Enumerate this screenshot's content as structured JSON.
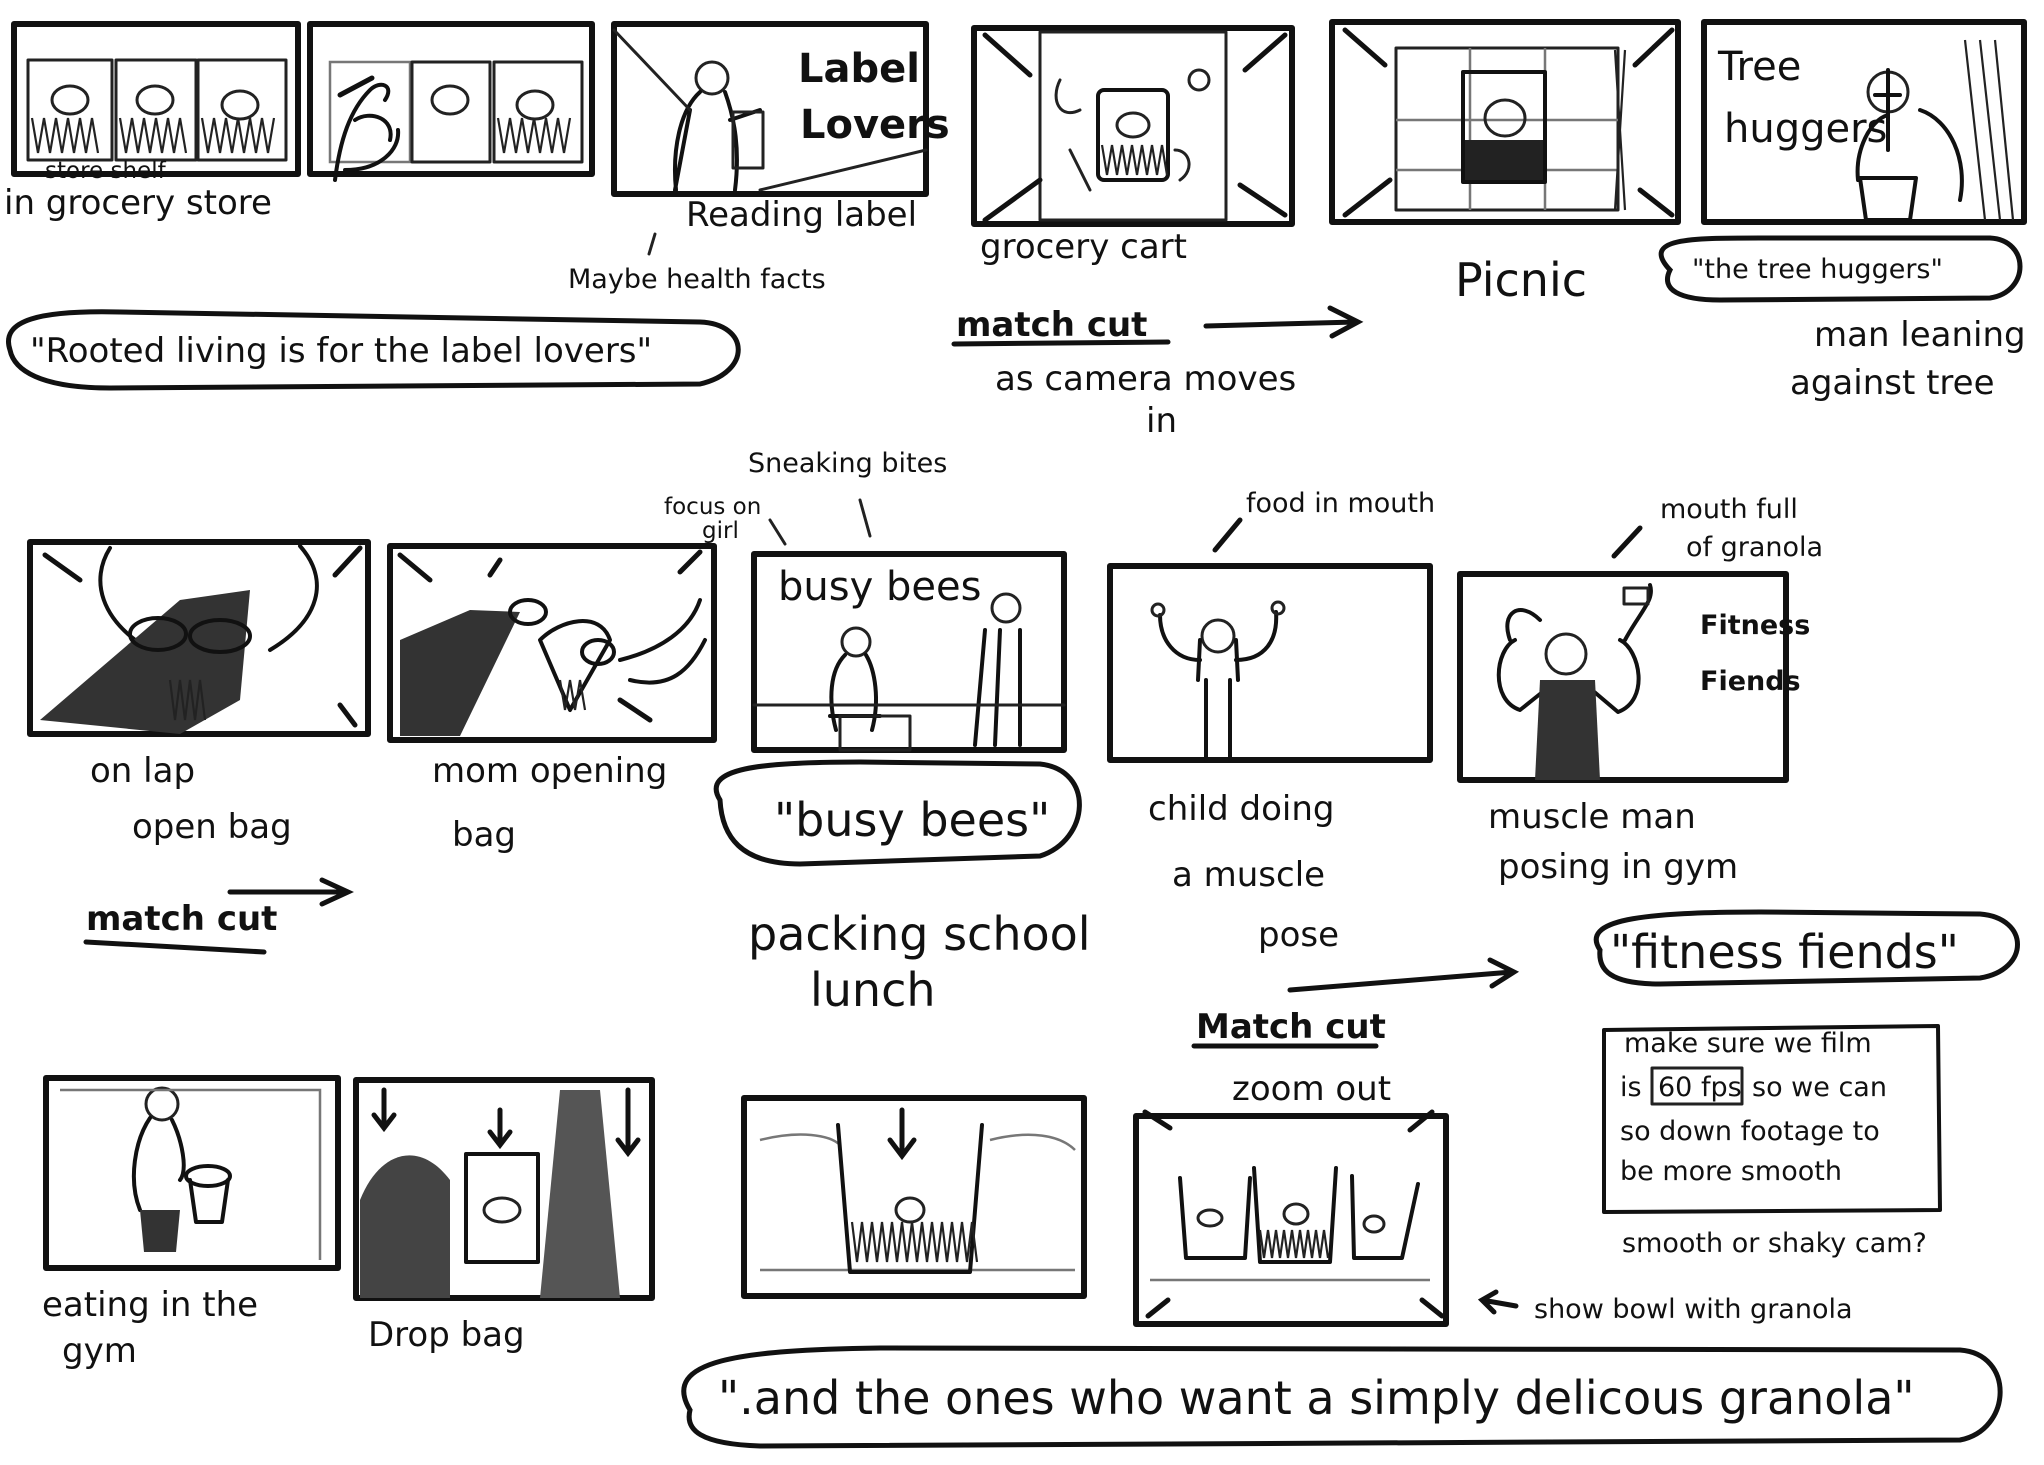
{
  "row1": {
    "panel1_small": "store shelf",
    "panel1_caption": "in grocery store",
    "panel3_label": [
      "Label",
      "Lovers"
    ],
    "panel3_caption": "Reading label",
    "panel3_note": "Maybe health facts",
    "panel4_caption": "grocery cart",
    "panel5_caption": "Picnic",
    "panel6_label": [
      "Tree",
      "huggers"
    ],
    "bubble1": "\"Rooted living is for the label lovers\"",
    "bubble2": "\"the tree huggers\"",
    "match_cut": "match cut",
    "match_cut_note": [
      "as camera moves",
      "in"
    ],
    "tree_note": [
      "man leaning",
      "against tree"
    ]
  },
  "row2": {
    "sneaking": "Sneaking bites",
    "focus": [
      "focus on",
      "girl"
    ],
    "food_mouth": "food in mouth",
    "mouth_full": [
      "mouth full",
      "of granola"
    ],
    "panel_label_bees": "busy bees",
    "panel_label_fitness": [
      "Fitness",
      "Fiends"
    ],
    "cap_lap": [
      "on lap",
      "open bag"
    ],
    "cap_mom": [
      "mom opening",
      "bag"
    ],
    "bubble_bees": "\"busy bees\"",
    "cap_child": [
      "child doing",
      "a muscle",
      "pose"
    ],
    "cap_muscle": [
      "muscle man",
      "posing in gym"
    ],
    "match_cut": "match cut",
    "cap_lunch": [
      "packing school",
      "lunch"
    ],
    "match_cut_2": "Match cut",
    "bubble_fitness": "\"fitness fiends\""
  },
  "row3": {
    "zoom_out": "zoom out",
    "note_box": [
      "make sure we film",
      "60 fps",
      "so we can",
      "so down footage to",
      "be more smooth"
    ],
    "note_is": "is",
    "smooth": "smooth or shaky cam?",
    "cap_eating": [
      "eating in the",
      "gym"
    ],
    "cap_drop": "Drop bag",
    "show_bowl": "show bowl with granola",
    "bubble_final": "\".and the ones who want a simply delicous granola\""
  }
}
